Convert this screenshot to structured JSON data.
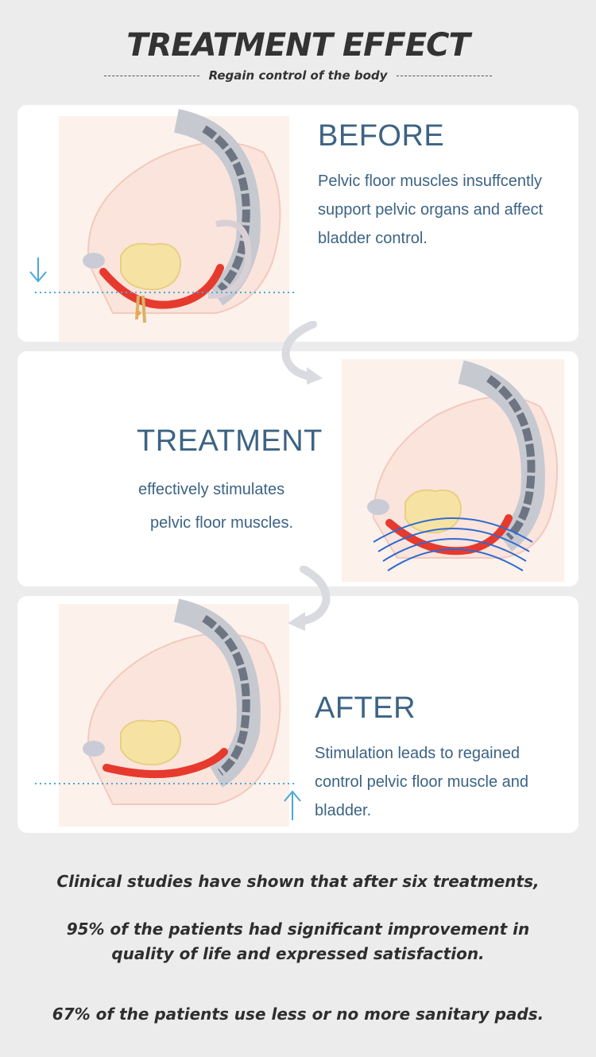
{
  "header": {
    "title": "TREATMENT EFFECT",
    "subtitle": "Regain control of the body"
  },
  "before": {
    "title": "BEFORE",
    "lines": [
      "Pelvic floor muscles insuffcently",
      "support pelvic organs and affect",
      "bladder control."
    ]
  },
  "treatment": {
    "title": "TREATMENT",
    "lines": [
      "effectively stimulates",
      "pelvic floor muscles."
    ]
  },
  "after": {
    "title": "AFTER",
    "lines": [
      "Stimulation leads to regained",
      "control pelvic floor muscle and",
      "bladder."
    ]
  },
  "footer": {
    "line1": "Clinical studies have shown that after six treatments,",
    "line2": "95% of the patients had significant improvement in",
    "line3": "quality of life and expressed satisfaction.",
    "line4": "67% of the patients use less or no more sanitary pads."
  },
  "colors": {
    "accent_blue": "#3c6384",
    "muscle_red": "#e63a2e",
    "arrow_blue": "#4aa8d8",
    "spine_gray": "#6e7582"
  }
}
